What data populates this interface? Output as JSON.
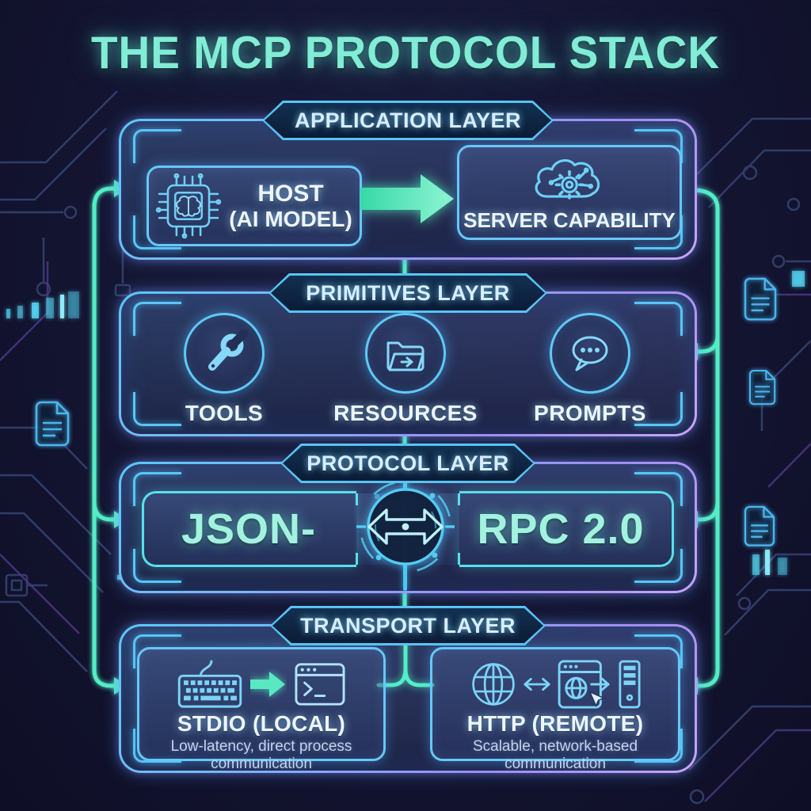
{
  "title": "THE MCP PROTOCOL STACK",
  "colors": {
    "background": "#141632",
    "neon_teal": "#53eec6",
    "neon_cyan": "#4fc3f7",
    "neon_purple": "#c0a0f5",
    "mint_text": "#8ff0dc",
    "label_text": "#eef4ff",
    "muted_text": "#c6d3ea"
  },
  "layers": {
    "application": {
      "label": "APPLICATION LAYER",
      "host_title": "HOST",
      "host_subtitle": "(AI MODEL)",
      "host_icon": "chip-brain-icon",
      "server_title": "SERVER CAPABILITY",
      "server_icon": "cloud-gear-icon",
      "flow_icon": "arrow-right-icon"
    },
    "primitives": {
      "label": "PRIMITIVES LAYER",
      "items": [
        {
          "label": "TOOLS",
          "icon": "wrench-icon"
        },
        {
          "label": "RESOURCES",
          "icon": "folder-arrow-icon"
        },
        {
          "label": "PROMPTS",
          "icon": "chat-bubble-icon"
        }
      ]
    },
    "protocol": {
      "label": "PROTOCOL LAYER",
      "name_left": "JSON-",
      "name_right": "RPC 2.0",
      "emblem_icon": "bidirectional-arrow-icon"
    },
    "transport": {
      "label": "TRANSPORT LAYER",
      "stdio": {
        "title": "STDIO (LOCAL)",
        "description": "Low-latency, direct process communication",
        "icons": [
          "keyboard-icon",
          "arrow-right-icon",
          "terminal-icon"
        ]
      },
      "http": {
        "title": "HTTP (REMOTE)",
        "description": "Scalable, network-based communication",
        "icons": [
          "globe-icon",
          "left-right-arrow-icon",
          "browser-globe-icon",
          "server-tower-icon"
        ]
      }
    }
  }
}
